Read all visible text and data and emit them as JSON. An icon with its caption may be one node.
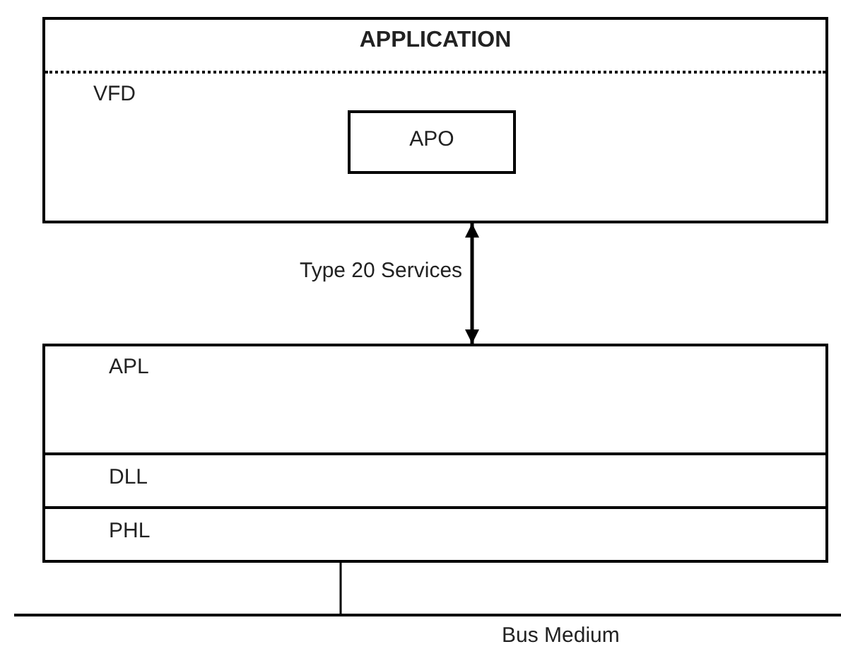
{
  "diagram": {
    "nodes": [
      {
        "text": [
          "APPLICATION"
        ]
      },
      {
        "text": [
          "VFD"
        ],
        "in": 0
      },
      {
        "text": [
          "APO"
        ],
        "in": 1
      },
      {
        "text": [
          "APL"
        ]
      },
      {
        "text": [
          "DLL"
        ]
      },
      {
        "text": [
          "PHL"
        ]
      },
      {
        "text": [
          "Bus Medium"
        ]
      }
    ],
    "edges": [
      {
        "from": 0,
        "to": 3,
        "arrow": "both",
        "label": "Type 20 Services"
      },
      {
        "from": 5,
        "to": 6,
        "arrow": "none"
      }
    ]
  }
}
